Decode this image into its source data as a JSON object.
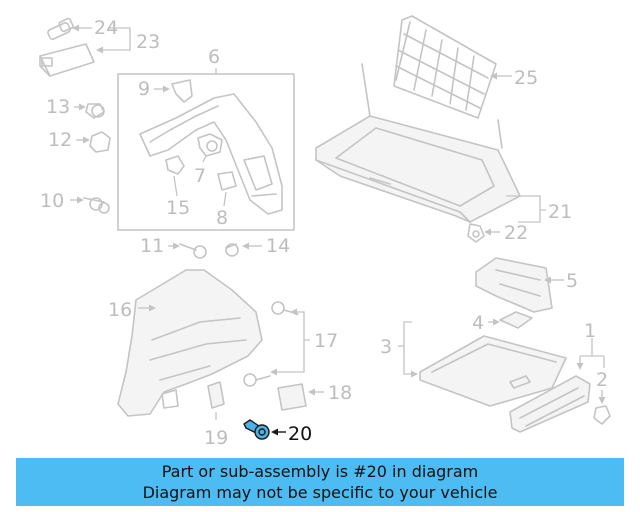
{
  "callouts": {
    "c1": "1",
    "c2": "2",
    "c3": "3",
    "c4": "4",
    "c5": "5",
    "c6": "6",
    "c7": "7",
    "c8": "8",
    "c9": "9",
    "c10": "10",
    "c11": "11",
    "c12": "12",
    "c13": "13",
    "c14": "14",
    "c15": "15",
    "c16": "16",
    "c17": "17",
    "c18": "18",
    "c19": "19",
    "c20": "20",
    "c21": "21",
    "c22": "22",
    "c23": "23",
    "c24": "24",
    "c25": "25"
  },
  "highlighted_part": "20",
  "colors": {
    "highlight": "#4cb3e6",
    "caption_bg": "#4dbcf2",
    "part_lines": "#c4c4c4"
  },
  "caption": {
    "line1": "Part or sub-assembly is #20 in diagram",
    "line2": "Diagram may not be specific to your vehicle"
  }
}
